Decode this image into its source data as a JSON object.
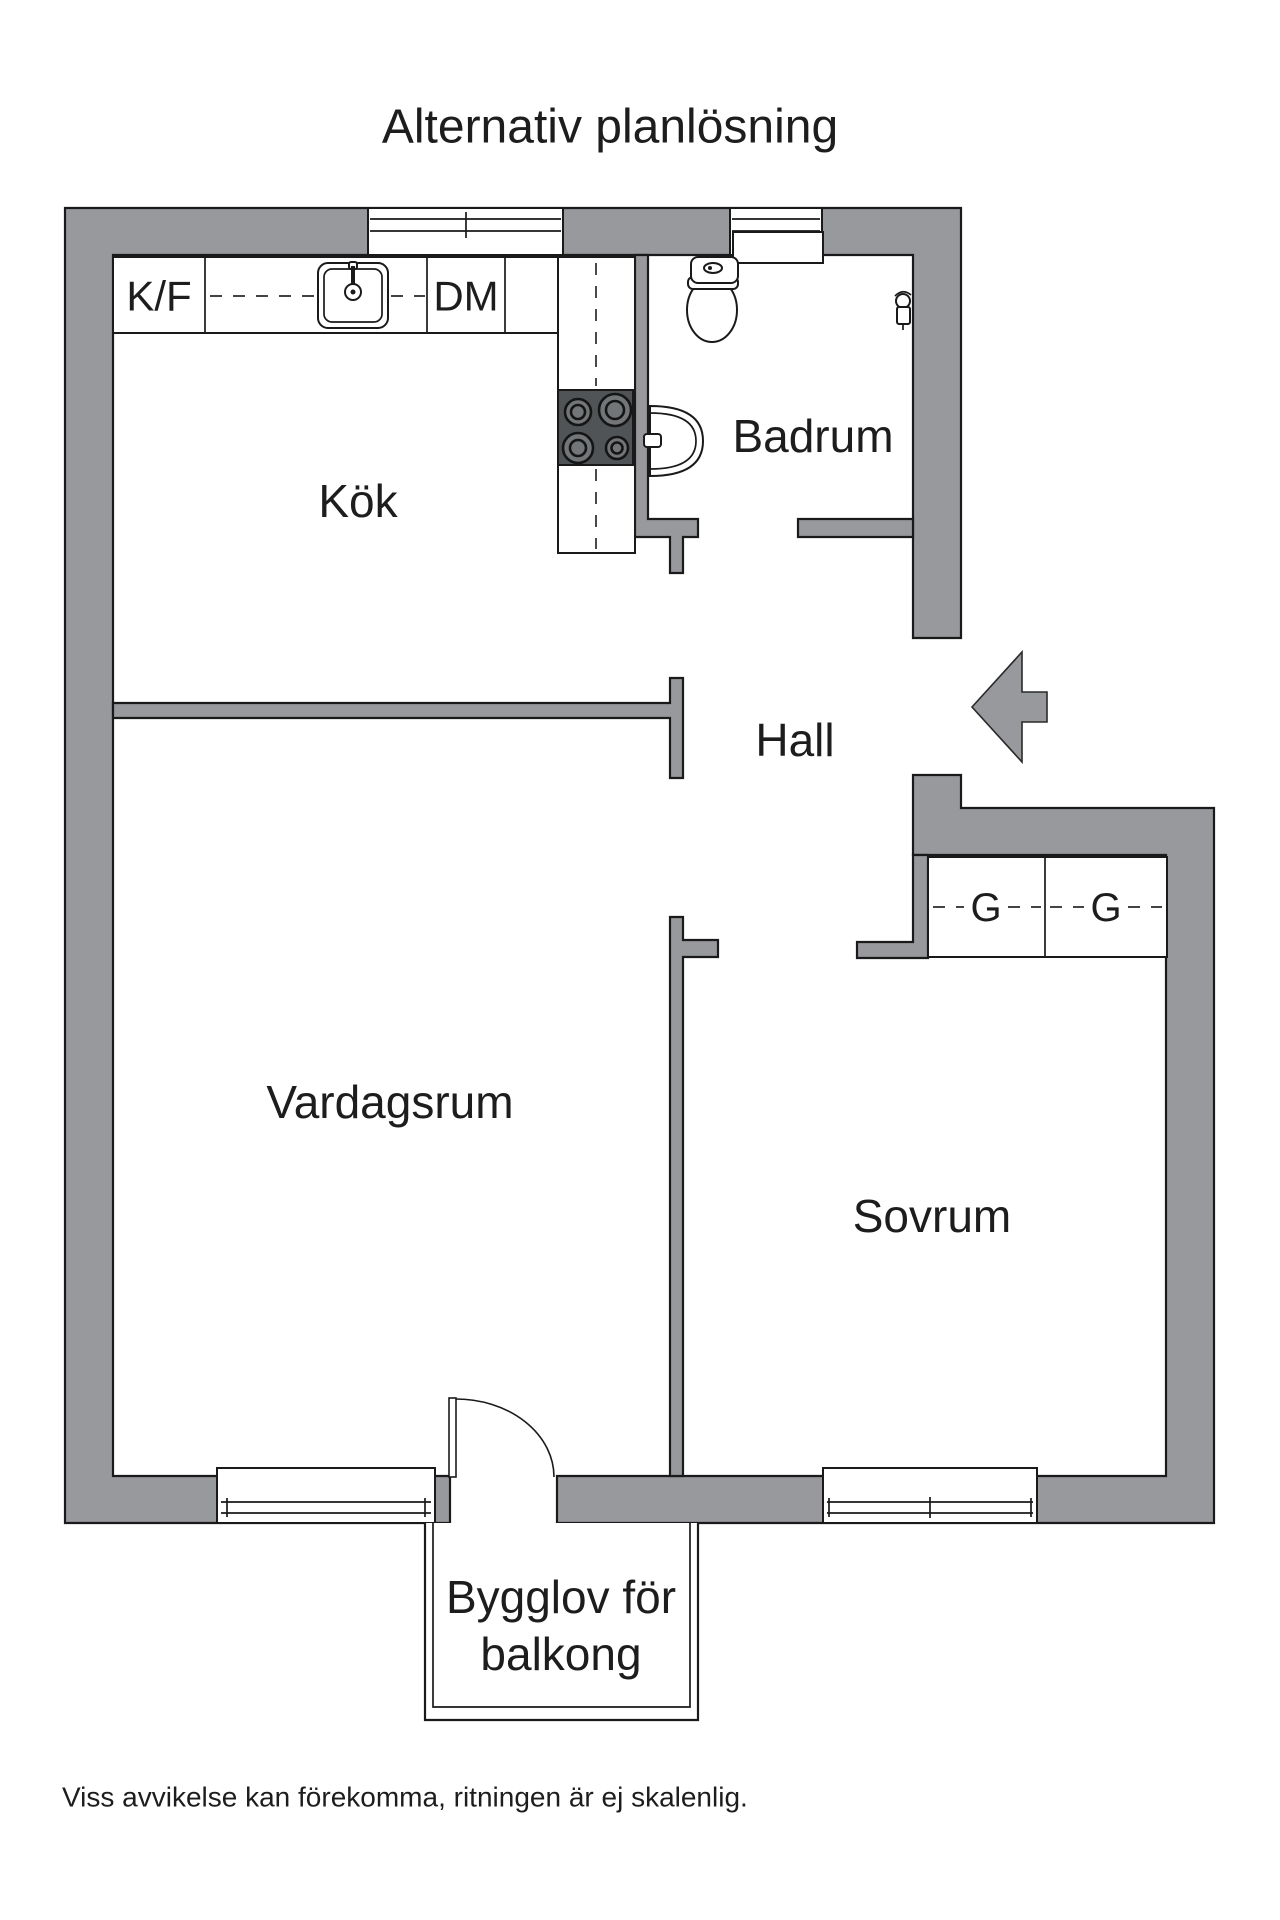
{
  "title": "Alternativ planlösning",
  "footer": "Viss avvikelse kan förekomma, ritningen är ej skalenlig.",
  "rooms": {
    "kitchen": "Kök",
    "bathroom": "Badrum",
    "hall": "Hall",
    "living_room": "Vardagsrum",
    "bedroom": "Sovrum"
  },
  "appliances": {
    "fridge_freezer": "K/F",
    "dishwasher": "DM"
  },
  "wardrobes": [
    "G",
    "G"
  ],
  "balcony": {
    "line1": "Bygglov för",
    "line2": "balkong"
  },
  "colors": {
    "wall_gray": "#97999c",
    "outline_black": "#1a1a1a",
    "text": "#1d1d1d",
    "stove_dark": "#515456",
    "burner_gray": "#737678",
    "background": "#ffffff"
  }
}
